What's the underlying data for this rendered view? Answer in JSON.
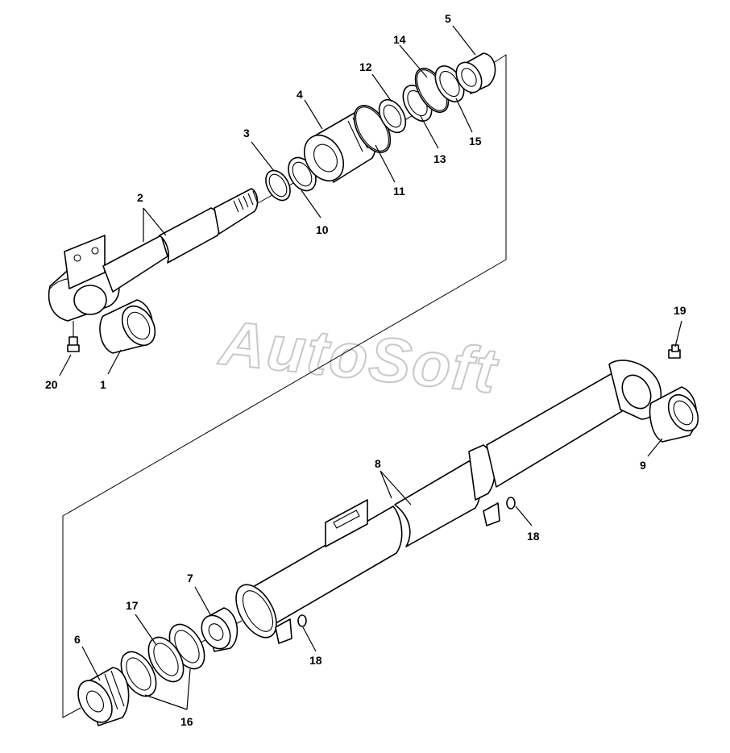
{
  "watermark": {
    "text": "AutoSoft"
  },
  "callouts": {
    "c1": "1",
    "c2": "2",
    "c3": "3",
    "c4": "4",
    "c5": "5",
    "c6": "6",
    "c7": "7",
    "c8": "8",
    "c9": "9",
    "c10": "10",
    "c11": "11",
    "c12": "12",
    "c13": "13",
    "c14": "14",
    "c15": "15",
    "c16": "16",
    "c17": "17",
    "c18a": "18",
    "c18b": "18",
    "c19": "19",
    "c20": "20"
  }
}
